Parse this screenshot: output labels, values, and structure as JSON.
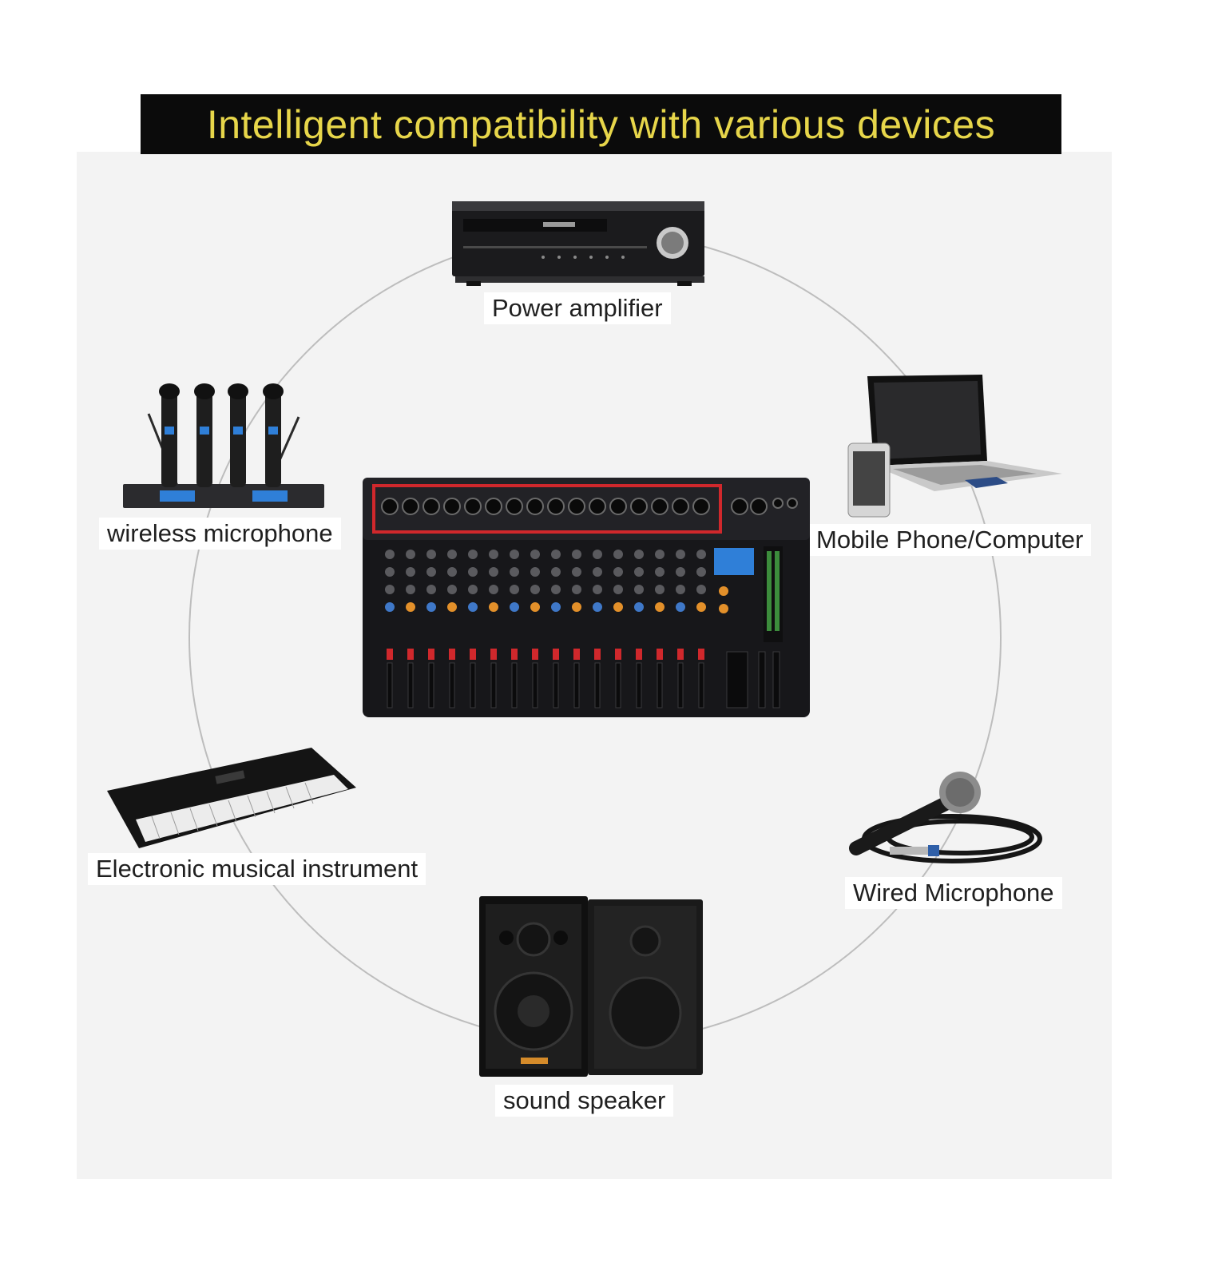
{
  "title": "Intelligent compatibility with various devices",
  "colors": {
    "banner_background": "#0b0b0b",
    "banner_text": "#e7d64a",
    "panel_background": "#f3f3f3",
    "highlight_frame": "#d0282c",
    "knob_blue": "#3f78c8",
    "knob_orange": "#e3902a",
    "display_blue": "#2f7fd8"
  },
  "hub": {
    "device": "audio-mixer-icon"
  },
  "devices": [
    {
      "icon": "power-amplifier-icon",
      "label": "Power amplifier"
    },
    {
      "icon": "laptop-and-phone-icon",
      "label": "Mobile Phone/Computer"
    },
    {
      "icon": "wired-microphone-icon",
      "label": "Wired Microphone"
    },
    {
      "icon": "speaker-pair-icon",
      "label": "sound speaker"
    },
    {
      "icon": "keyboard-icon",
      "label": "Electronic musical instrument"
    },
    {
      "icon": "wireless-microphone-icon",
      "label": "wireless microphone"
    }
  ]
}
